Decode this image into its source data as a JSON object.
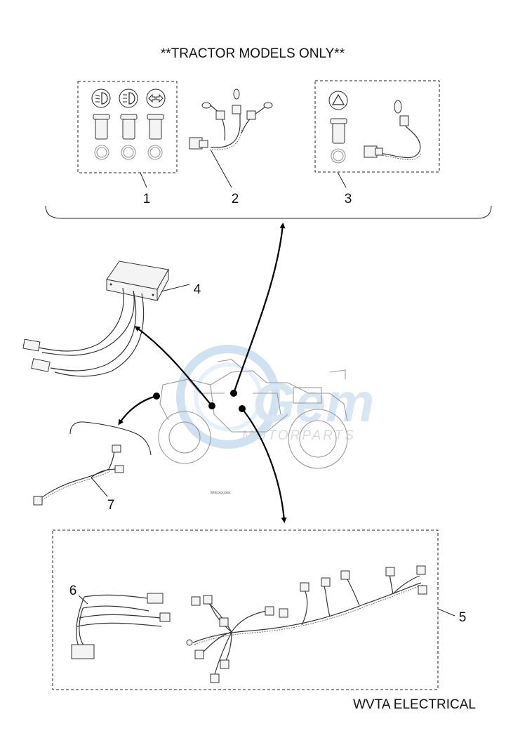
{
  "header": {
    "title": "**TRACTOR MODELS ONLY**"
  },
  "footer": {
    "caption": "WVTA ELECTRICAL"
  },
  "callouts": {
    "c1": "1",
    "c2": "2",
    "c3": "3",
    "c4": "4",
    "c5": "5",
    "c6": "6",
    "c7": "7"
  },
  "watermark": {
    "brand": "Gem",
    "sub": "MOTORPARTS"
  },
  "decal_text": "Motoxxxxxxx",
  "icons": [
    "headlight-low-icon",
    "headlight-high-icon",
    "turn-signal-icon",
    "hazard-triangle-icon"
  ]
}
